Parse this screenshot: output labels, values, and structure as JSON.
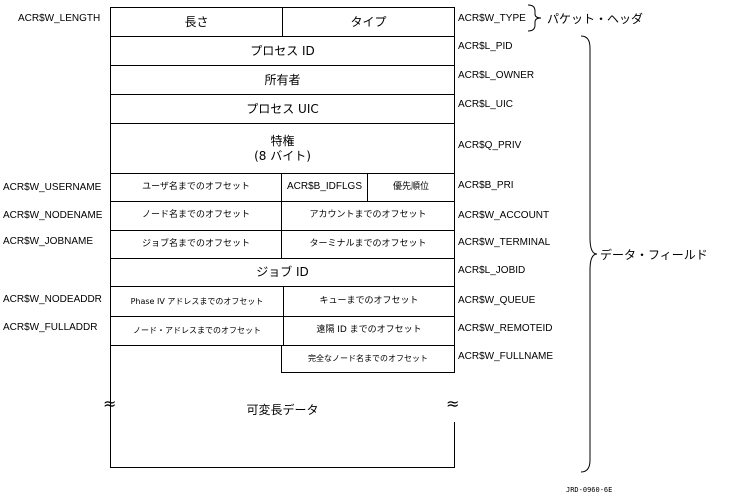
{
  "fields": {
    "length": "長さ",
    "type": "タイプ",
    "pid": "プロセス ID",
    "owner": "所有者",
    "uic": "プロセス UIC",
    "priv_line1": "特権",
    "priv_line2": "(8 バイト)",
    "username_offset": "ユーザ名までのオフセット",
    "idflgs": "ACR$B_IDFLGS",
    "priority": "優先順位",
    "nodename_offset": "ノード名までのオフセット",
    "account_offset": "アカウントまでのオフセット",
    "jobname_offset": "ジョブ名までのオフセット",
    "terminal_offset": "ターミナルまでのオフセット",
    "jobid": "ジョブ ID",
    "nodeaddr_offset": "Phase IV アドレスまでのオフセット",
    "queue_offset": "キューまでのオフセット",
    "fulladdr_offset": "ノード・アドレスまでのオフセット",
    "remoteid_offset": "遠隔 ID までのオフセット",
    "fullname_offset": "完全なノード名までのオフセット",
    "variable_data": "可変長データ",
    "wave_symbol": "≈"
  },
  "left_labels": {
    "length": "ACR$W_LENGTH",
    "username": "ACR$W_USERNAME",
    "nodename": "ACR$W_NODENAME",
    "jobname": "ACR$W_JOBNAME",
    "nodeaddr": "ACR$W_NODEADDR",
    "fulladdr": "ACR$W_FULLADDR"
  },
  "right_labels": {
    "type": "ACR$W_TYPE",
    "pid": "ACR$L_PID",
    "owner": "ACR$L_OWNER",
    "uic": "ACR$L_UIC",
    "priv": "ACR$Q_PRIV",
    "pri": "ACR$B_PRI",
    "account": "ACR$W_ACCOUNT",
    "terminal": "ACR$W_TERMINAL",
    "jobid": "ACR$L_JOBID",
    "queue": "ACR$W_QUEUE",
    "remoteid": "ACR$W_REMOTEID",
    "fullname": "ACR$W_FULLNAME"
  },
  "groups": {
    "packet_header": "パケット・ヘッダ",
    "data_field": "データ・フィールド"
  },
  "figure_id": "JRD-0960-6E"
}
